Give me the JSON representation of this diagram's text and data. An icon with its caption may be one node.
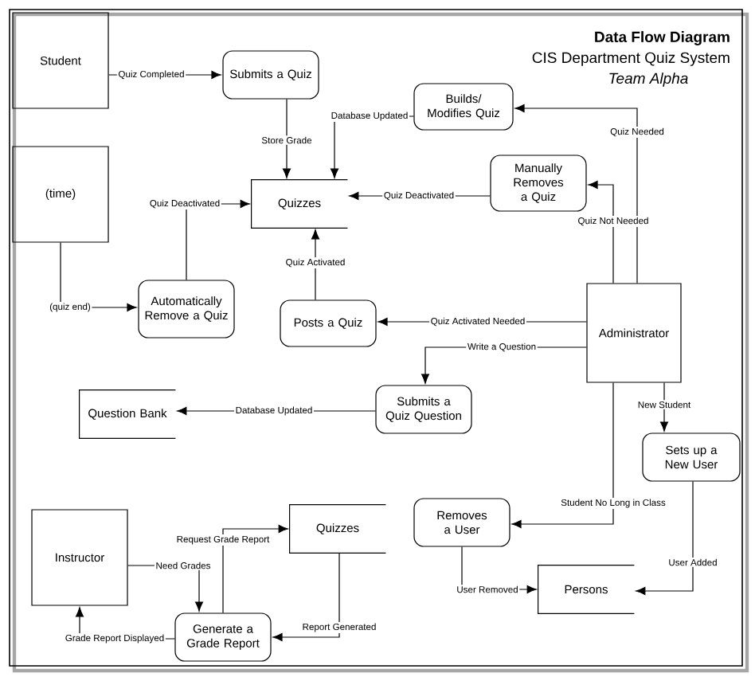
{
  "diagram": {
    "title": "Data Flow Diagram",
    "nodes": [
      {
        "text": [
          "Student"
        ]
      },
      {
        "text": [
          "Submits a Quiz"
        ]
      },
      {
        "text": [
          "Builds/ Modifies Quiz"
        ]
      },
      {
        "text": [
          "Manually Removes a Quiz"
        ]
      },
      {
        "text": [
          "(time)"
        ]
      },
      {
        "text": [
          "Quizzes"
        ]
      },
      {
        "text": [
          "Automatically Remove a Quiz"
        ]
      },
      {
        "text": [
          "Posts a Quiz"
        ]
      },
      {
        "text": [
          "Administrator"
        ]
      },
      {
        "text": [
          "Submits a Quiz Question"
        ]
      },
      {
        "text": [
          "Question Bank"
        ]
      },
      {
        "text": [
          "Sets up a New User"
        ]
      },
      {
        "text": [
          "Removes a User"
        ]
      },
      {
        "text": [
          "Instructor"
        ]
      },
      {
        "text": [
          "Quizzes"
        ]
      },
      {
        "text": [
          "Generate a Grade Report"
        ]
      },
      {
        "text": [
          "Persons"
        ]
      }
    ],
    "edges": [
      {
        "from": 0,
        "to": 1,
        "arrow": "to",
        "label": "Quiz Completed"
      },
      {
        "from": 1,
        "to": 5,
        "arrow": "to",
        "label": "Store Grade"
      },
      {
        "from": 2,
        "to": 5,
        "arrow": "to",
        "label": "Database Updated"
      },
      {
        "from": 3,
        "to": 5,
        "arrow": "to",
        "label": "Quiz Deactivated"
      },
      {
        "from": 6,
        "to": 5,
        "arrow": "to",
        "label": "Quiz Deactivated"
      },
      {
        "from": 4,
        "to": 6,
        "arrow": "to",
        "label": "(quiz end)"
      },
      {
        "from": 7,
        "to": 5,
        "arrow": "to",
        "label": "Quiz Activated"
      },
      {
        "from": 8,
        "to": 2,
        "arrow": "to",
        "label": "Quiz Needed"
      },
      {
        "from": 8,
        "to": 3,
        "arrow": "to",
        "label": "Quiz Not Needed"
      },
      {
        "from": 8,
        "to": 7,
        "arrow": "to",
        "label": "Quiz Activated Needed"
      },
      {
        "from": 8,
        "to": 9,
        "arrow": "to",
        "label": "Write a Question"
      },
      {
        "from": 9,
        "to": 10,
        "arrow": "to",
        "label": "Database Updated"
      },
      {
        "from": 8,
        "to": 11,
        "arrow": "to",
        "label": "New Student"
      },
      {
        "from": 8,
        "to": 12,
        "arrow": "to",
        "label": "Student No Long in Class"
      },
      {
        "from": 11,
        "to": 16,
        "arrow": "to",
        "label": "User Added"
      },
      {
        "from": 12,
        "to": 16,
        "arrow": "to",
        "label": "User Removed"
      },
      {
        "from": 13,
        "to": 15,
        "arrow": "to",
        "label": "Need Grades"
      },
      {
        "from": 15,
        "to": 14,
        "arrow": "to",
        "label": "Request Grade Report"
      },
      {
        "from": 14,
        "to": 15,
        "arrow": "to",
        "label": "Report Generated"
      },
      {
        "from": 15,
        "to": 13,
        "arrow": "to",
        "label": "Grade Report Displayed"
      }
    ],
    "labels": [
      "CIS Department Quiz System",
      "Team Alpha"
    ]
  }
}
